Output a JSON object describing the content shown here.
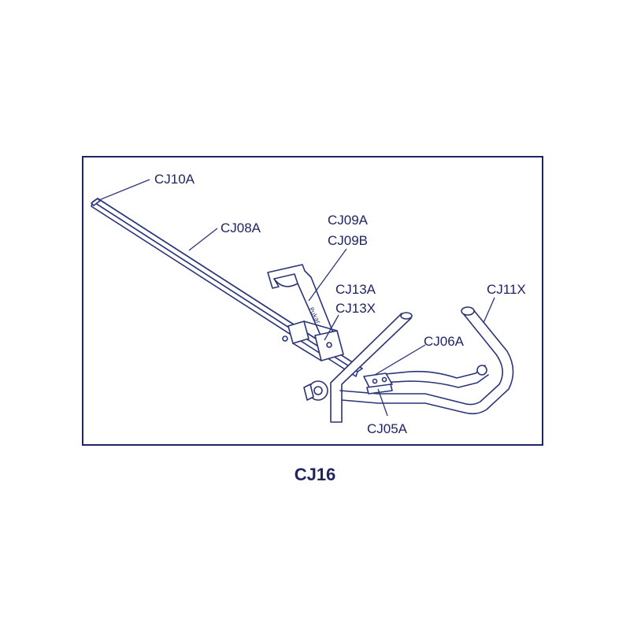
{
  "caption": "CJ16",
  "colors": {
    "line": "#2a3578",
    "text": "#1f2563",
    "frame": "#1f2563",
    "background": "#ffffff"
  },
  "labels": {
    "cj10a": "CJ10A",
    "cj08a": "CJ08A",
    "cj09a": "CJ09A",
    "cj09b": "CJ09B",
    "cj13a": "CJ13A",
    "cj13x": "CJ13X",
    "cj11x": "CJ11X",
    "cj06a": "CJ06A",
    "cj05a": "CJ05A"
  },
  "handle_marking": "Pukar"
}
